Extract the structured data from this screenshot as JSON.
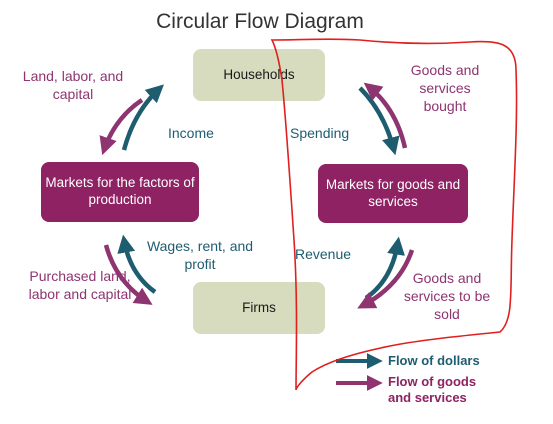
{
  "title": "Circular Flow Diagram",
  "nodes": {
    "households": "Households",
    "firms": "Firms",
    "factor_markets": "Markets for the factors of production",
    "goods_markets": "Markets for goods and services"
  },
  "labels": {
    "land_labor_capital": "Land, labor, and capital",
    "income": "Income",
    "spending": "Spending",
    "goods_bought": "Goods and services bought",
    "purchased_inputs": "Purchased land, labor and capital",
    "wages_rent_profit": "Wages, rent, and profit",
    "revenue": "Revenue",
    "goods_sold": "Goods and services to be sold"
  },
  "legend": {
    "dollars": "Flow of dollars",
    "goods": "Flow of goods and services"
  },
  "colors": {
    "money_flow": "#1e5d70",
    "goods_flow": "#8e3470",
    "market_box": "#8e2263",
    "agent_box": "#d6dcbd",
    "annotation": "#e02020"
  }
}
